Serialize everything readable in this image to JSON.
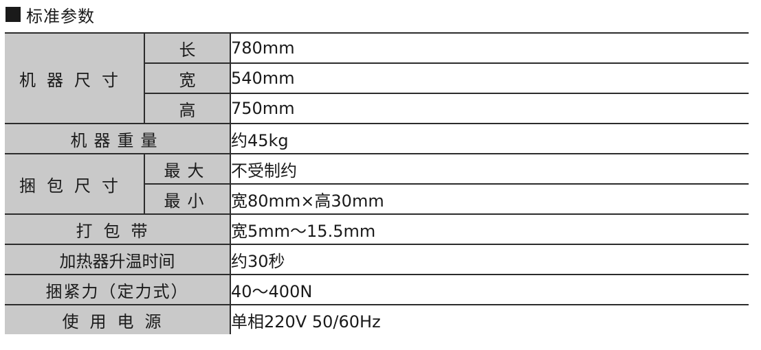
{
  "title": "标准参数",
  "rows": {
    "size_group": "机器尺寸",
    "length_label": "长",
    "length_value": "780mm",
    "width_label": "宽",
    "width_value": "540mm",
    "height_label": "高",
    "height_value": "750mm",
    "weight_label": "机器重量",
    "weight_value": "约45kg",
    "bundle_group": "捆包尺寸",
    "bundle_max_label": "最大",
    "bundle_max_value": "不受制约",
    "bundle_min_label": "最小",
    "bundle_min_value": "宽80mm×高30mm",
    "strap_label": "打包带",
    "strap_value": "宽5mm～15.5mm",
    "heater_label": "加热器升温时间",
    "heater_value": "约30秒",
    "tension_label": "捆紧力（定力式）",
    "tension_value": "40～400N",
    "power_label": "使用电源",
    "power_value": "单相220V 50/60Hz"
  }
}
